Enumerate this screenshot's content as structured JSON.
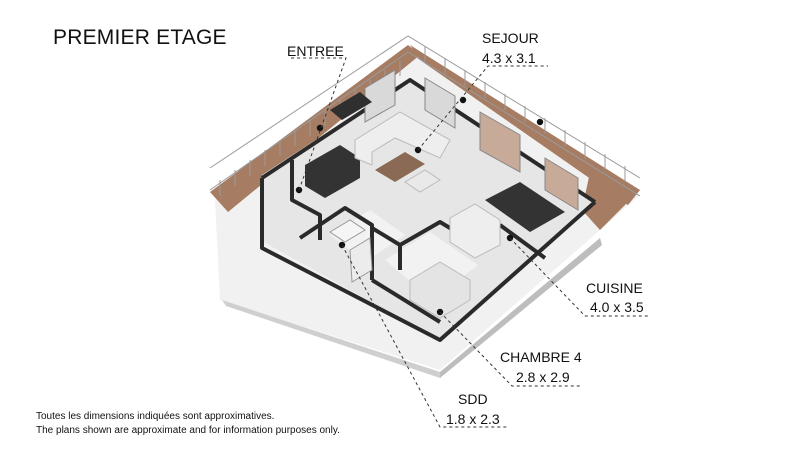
{
  "title": "PREMIER ETAGE",
  "rooms": [
    {
      "key": "entree",
      "name": "ENTREE",
      "dimensions": ""
    },
    {
      "key": "sejour",
      "name": "SEJOUR",
      "dimensions": "4.3 x 3.1"
    },
    {
      "key": "cuisine",
      "name": "CUISINE",
      "dimensions": "4.0 x 3.5"
    },
    {
      "key": "chambre4",
      "name": "CHAMBRE 4",
      "dimensions": "2.8 x 2.9"
    },
    {
      "key": "sdd",
      "name": "SDD",
      "dimensions": "1.8 x 2.3"
    }
  ],
  "disclaimer": {
    "fr": "Toutes les dimensions indiquées sont approximatives.",
    "en": "The plans shown are approximate and for information purposes only."
  },
  "colors": {
    "floor": "#e6e6e6",
    "deck": "#a67c63",
    "wall_top": "#2a2a2a",
    "wall_face": "#f3f3f3",
    "dark_furniture": "#333333",
    "sofa": "#eeeeee"
  }
}
